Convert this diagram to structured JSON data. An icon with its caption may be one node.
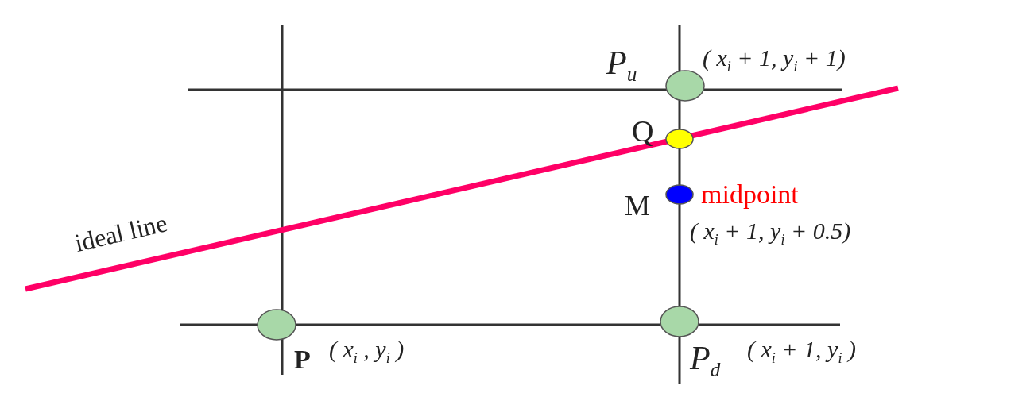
{
  "diagram": {
    "nodes": [
      {
        "text": [],
        "shape": "circle",
        "beside": [
          "P$_{u}$",
          "( x$_{i}$ + 1, y$_{i}$ + 1)"
        ]
      },
      {
        "text": [],
        "shape": "circle",
        "beside": [
          "Q"
        ]
      },
      {
        "text": [],
        "shape": "circle",
        "beside": [
          "M",
          "midpoint",
          "( x$_{i}$ + 1, y$_{i}$ + 0.5)"
        ]
      },
      {
        "text": [],
        "shape": "circle",
        "beside": [
          "P",
          "( x$_{i}$ , y$_{i}$ )"
        ]
      },
      {
        "text": [],
        "shape": "circle",
        "beside": [
          "P$_{d}$",
          "( x$_{i}$ + 1, y$_{i}$ )"
        ]
      }
    ],
    "edges": [],
    "labels": [
      "ideal line"
    ]
  }
}
